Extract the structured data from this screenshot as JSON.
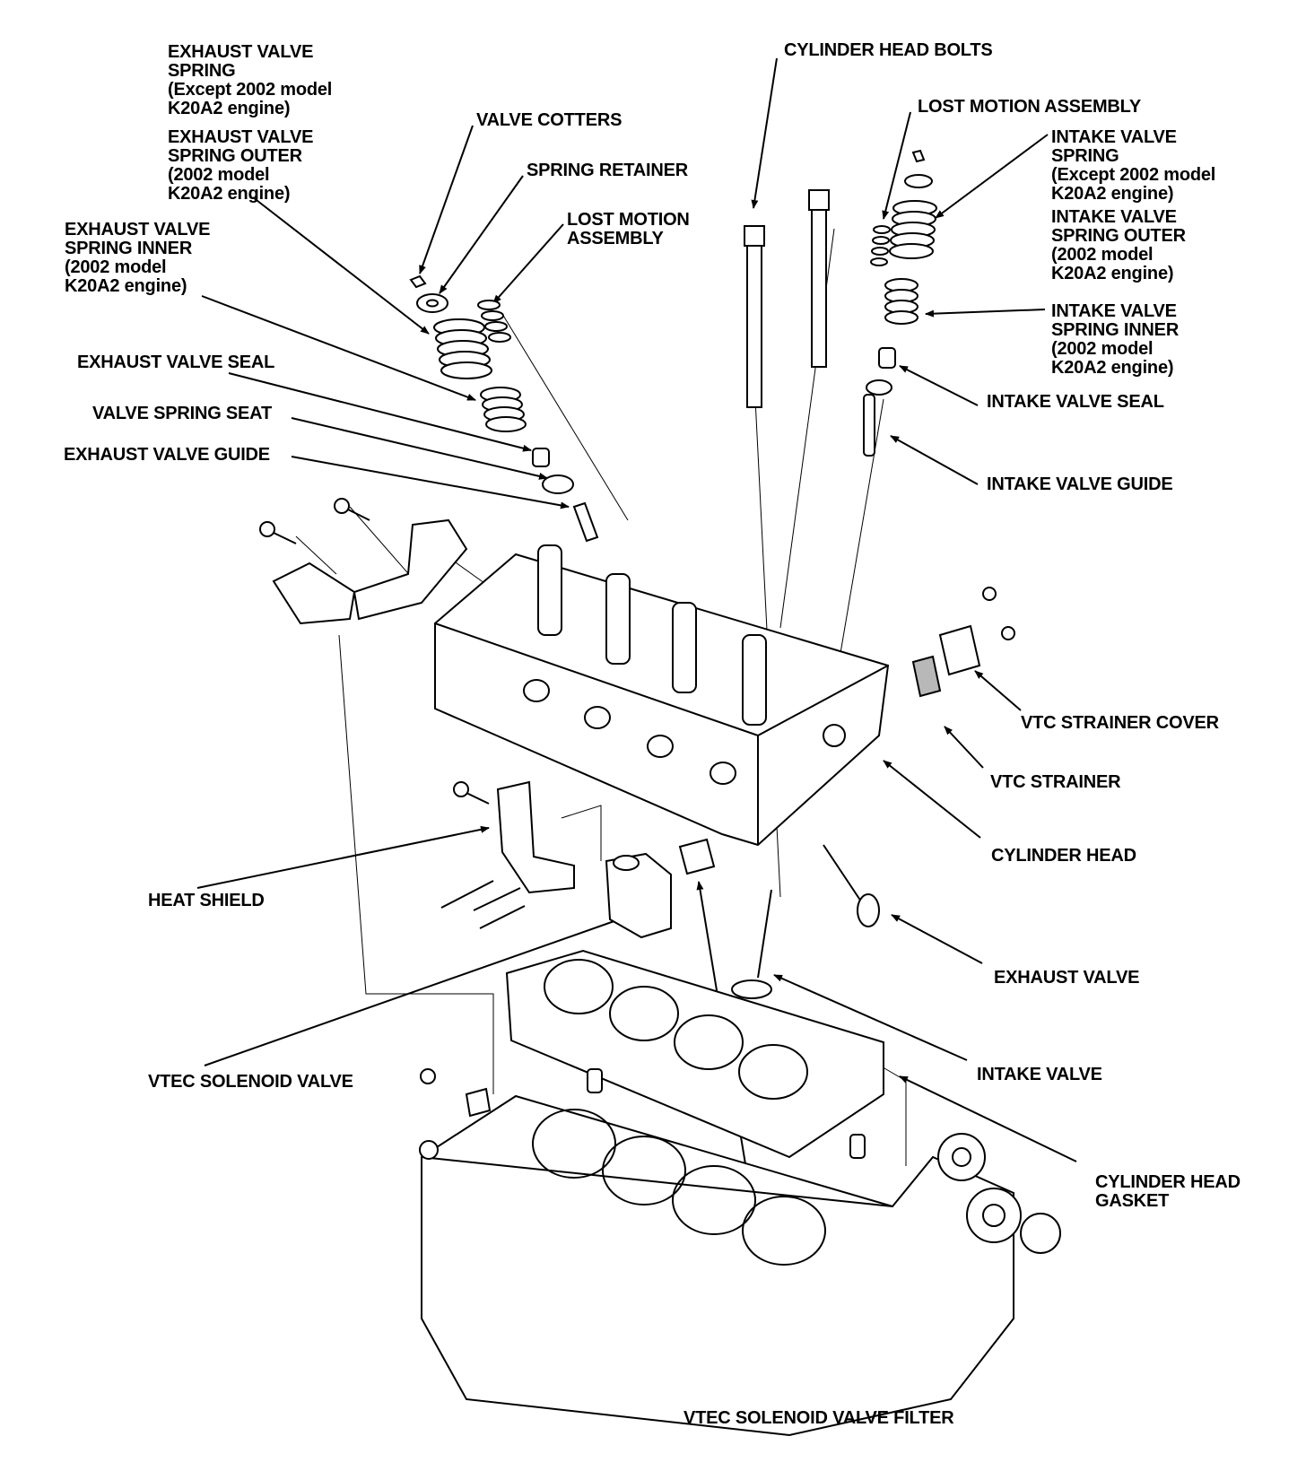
{
  "colors": {
    "ink": "#000000",
    "paper": "#ffffff",
    "shade": "#b8b8b8"
  },
  "labels": {
    "exhaust_valve_spring": [
      "EXHAUST VALVE",
      "SPRING",
      "(Except 2002 model",
      "K20A2 engine)"
    ],
    "exhaust_valve_spring_outer": [
      "EXHAUST VALVE",
      "SPRING OUTER",
      "(2002 model",
      "K20A2 engine)"
    ],
    "exhaust_valve_spring_inner": [
      "EXHAUST VALVE",
      "SPRING INNER",
      "(2002 model",
      "K20A2 engine)"
    ],
    "exhaust_valve_seal": [
      "EXHAUST VALVE SEAL"
    ],
    "valve_spring_seat": [
      "VALVE SPRING SEAT"
    ],
    "exhaust_valve_guide": [
      "EXHAUST VALVE GUIDE"
    ],
    "valve_cotters": [
      "VALVE COTTERS"
    ],
    "spring_retainer": [
      "SPRING RETAINER"
    ],
    "lost_motion_assembly_left": [
      "LOST MOTION",
      "ASSEMBLY"
    ],
    "cylinder_head_bolts": [
      "CYLINDER HEAD BOLTS"
    ],
    "lost_motion_assembly_right": [
      "LOST MOTION ASSEMBLY"
    ],
    "intake_valve_spring": [
      "INTAKE VALVE",
      "SPRING",
      "(Except 2002 model",
      "K20A2 engine)"
    ],
    "intake_valve_spring_outer": [
      "INTAKE VALVE",
      "SPRING OUTER",
      "(2002 model",
      "K20A2 engine)"
    ],
    "intake_valve_spring_inner": [
      "INTAKE VALVE",
      "SPRING INNER",
      "(2002 model",
      "K20A2 engine)"
    ],
    "intake_valve_seal": [
      "INTAKE VALVE SEAL"
    ],
    "intake_valve_guide": [
      "INTAKE VALVE GUIDE"
    ],
    "vtc_strainer_cover": [
      "VTC STRAINER COVER"
    ],
    "vtc_strainer": [
      "VTC STRAINER"
    ],
    "cylinder_head": [
      "CYLINDER HEAD"
    ],
    "heat_shield": [
      "HEAT SHIELD"
    ],
    "exhaust_valve": [
      "EXHAUST VALVE"
    ],
    "intake_valve": [
      "INTAKE VALVE"
    ],
    "vtec_solenoid_valve": [
      "VTEC SOLENOID VALVE"
    ],
    "cylinder_head_gasket": [
      "CYLINDER HEAD",
      "GASKET"
    ],
    "vtec_solenoid_valve_filter": [
      "VTEC SOLENOID VALVE FILTER"
    ]
  }
}
